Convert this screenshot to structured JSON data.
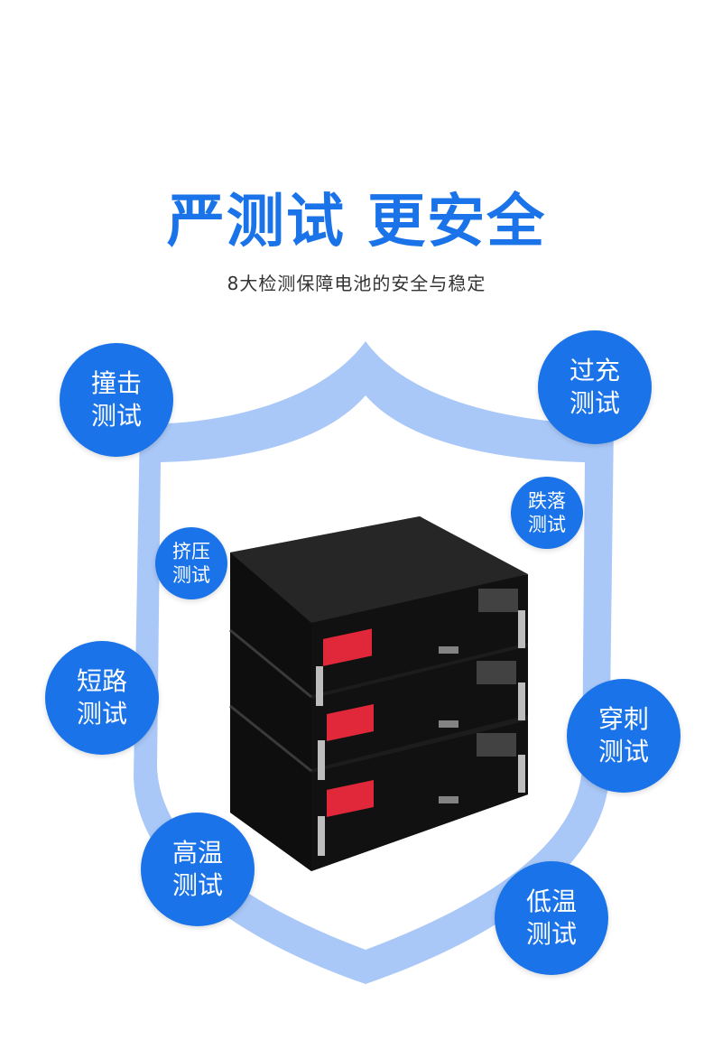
{
  "header": {
    "title": "严测试 更安全",
    "subtitle": "8大检测保障电池的安全与稳定"
  },
  "colors": {
    "accent": "#1a73e8",
    "shield": "#a9c8f8",
    "battery_body": "#141414",
    "terminal_red": "#e0283a"
  },
  "tests": [
    {
      "line1": "撞击",
      "line2": "测试"
    },
    {
      "line1": "过充",
      "line2": "测试"
    },
    {
      "line1": "跌落",
      "line2": "测试"
    },
    {
      "line1": "挤压",
      "line2": "测试"
    },
    {
      "line1": "短路",
      "line2": "测试"
    },
    {
      "line1": "穿刺",
      "line2": "测试"
    },
    {
      "line1": "高温",
      "line2": "测试"
    },
    {
      "line1": "低温",
      "line2": "测试"
    }
  ]
}
